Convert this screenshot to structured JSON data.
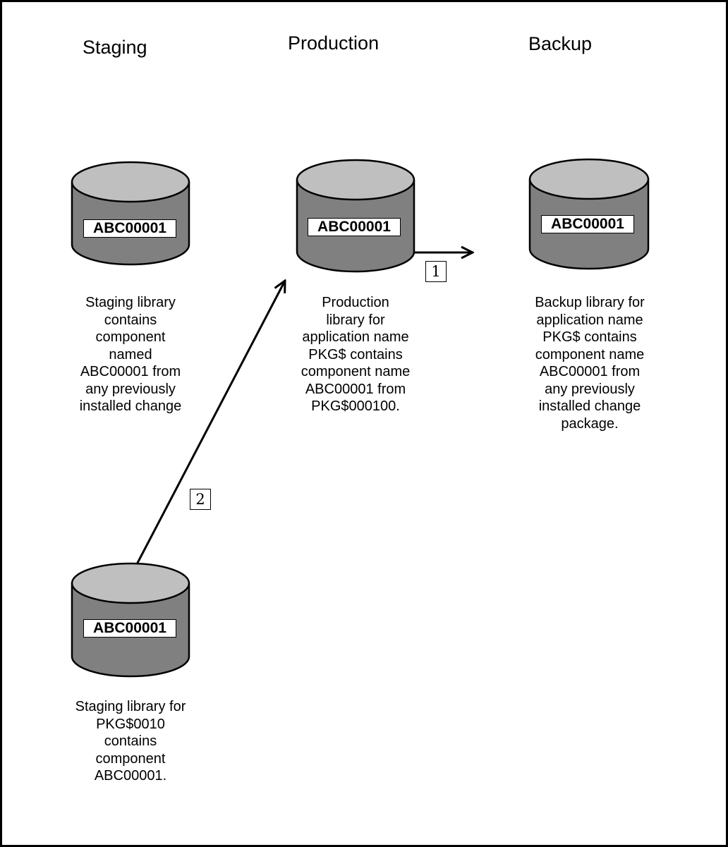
{
  "columns": {
    "staging": {
      "heading": "Staging"
    },
    "production": {
      "heading": "Production"
    },
    "backup": {
      "heading": "Backup"
    }
  },
  "databases": {
    "staging_top": {
      "label": "ABC00001",
      "lines": [
        "Staging library",
        "contains",
        "component",
        "named",
        "ABC00001 from",
        "any previously",
        "installed change"
      ]
    },
    "production": {
      "label": "ABC00001",
      "lines": [
        "Production",
        "library for",
        "application name",
        "PKG$ contains",
        "component name",
        "ABC00001 from",
        "PKG$000100."
      ]
    },
    "backup": {
      "label": "ABC00001",
      "lines": [
        "Backup library for",
        "application name",
        "PKG$ contains",
        "component name",
        "ABC00001 from",
        "any previously",
        "installed change",
        "package."
      ]
    },
    "staging_package": {
      "label": "ABC00001",
      "lines": [
        "Staging library for",
        "PKG$0010",
        "contains",
        "component",
        "ABC00001."
      ]
    }
  },
  "steps": {
    "step1": "1",
    "step2": "2"
  },
  "colors": {
    "cylinder_body": "#808080",
    "cylinder_top": "#bfbfbf",
    "outline": "#000000"
  }
}
